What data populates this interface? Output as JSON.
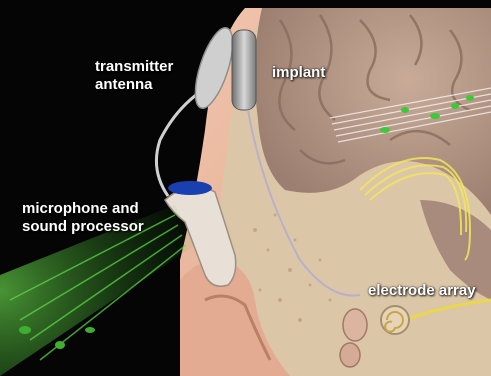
{
  "labels": {
    "transmitter_antenna_line1": "transmitter",
    "transmitter_antenna_line2": "antenna",
    "implant": "implant",
    "microphone_line1": "microphone and",
    "microphone_line2": "sound processor",
    "electrode_array": "electrode array"
  },
  "colors": {
    "background": "#050505",
    "skin": "#e8b49a",
    "skull_bone": "#dcc6a8",
    "brain": "#b89a88",
    "sound_wave": "#4ccf3a",
    "processor_ring": "#1a3fb0",
    "electrode_lead": "#e8d84a",
    "label_text": "#ffffff"
  }
}
